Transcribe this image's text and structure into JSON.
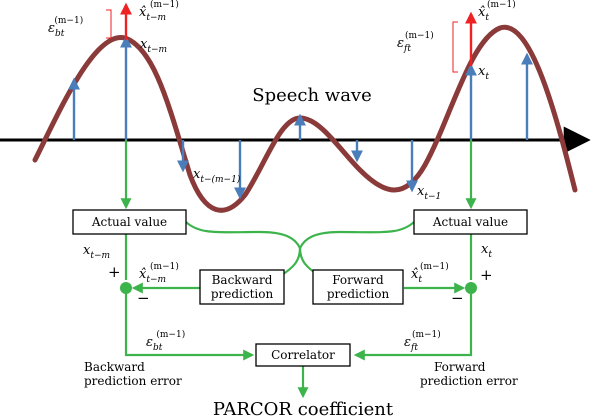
{
  "title": "Speech wave",
  "boxes": {
    "actual_left": "Actual value",
    "actual_right": "Actual value",
    "backward_1": "Backward",
    "backward_2": "prediction",
    "forward_1": "Forward",
    "forward_2": "prediction",
    "correlator": "Correlator"
  },
  "labels": {
    "eps_bt": "ε",
    "eps_bt_sub": "bt",
    "eps_bt_sup": "(m−1)",
    "xhat_tm": "x̂",
    "xhat_tm_sub": "t−m",
    "xhat_tm_sup": "(m−1)",
    "x_tm": "x",
    "x_tm_sub": "t−m",
    "xhat_t": "x̂",
    "xhat_t_sub": "t",
    "xhat_t_sup": "(m−1)",
    "eps_ft": "ε",
    "eps_ft_sub": "ft",
    "eps_ft_sup": "(m−1)",
    "x_t": "x",
    "x_t_sub": "t",
    "x_t_m1": "x",
    "x_t_m1_sub": "t−(m−1)",
    "x_t_1": "x",
    "x_t_1_sub": "t−1",
    "lower_x_tm": "x",
    "lower_x_tm_sub": "t−m",
    "lower_x_t": "x",
    "lower_x_t_sub": "t",
    "lower_xhat_tm": "x̂",
    "lower_xhat_tm_sub": "t−m",
    "lower_xhat_tm_sup": "(m−1)",
    "lower_xhat_t": "x̂",
    "lower_xhat_t_sub": "t",
    "lower_xhat_t_sup": "(m−1)",
    "plus_left": "+",
    "minus_left": "−",
    "plus_right": "+",
    "minus_right": "−",
    "low_eps_bt": "ε",
    "low_eps_bt_sub": "bt",
    "low_eps_bt_sup": "(m−1)",
    "low_eps_ft": "ε",
    "low_eps_ft_sub": "ft",
    "low_eps_ft_sup": "(m−1)",
    "backward_error_1": "Backward",
    "backward_error_2": "prediction error",
    "forward_error_1": "Forward",
    "forward_error_2": "prediction error",
    "parcor": "PARCOR coefficient"
  },
  "colors": {
    "wave": "#8b3a3a",
    "sample_arrow": "#4a7ebb",
    "predicted_arrow": "#ee2222",
    "flow": "#3cb44b",
    "axis": "#000000",
    "bracket": "#ee2222"
  }
}
